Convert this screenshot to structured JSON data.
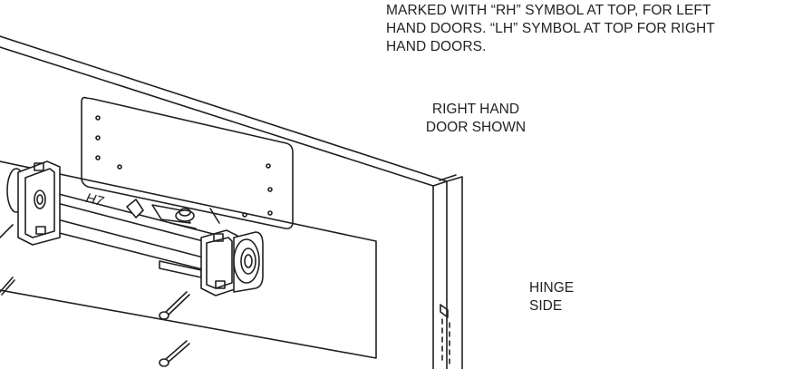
{
  "annotations": {
    "marking_note": [
      "MARKED WITH “RH” SYMBOL AT TOP, FOR LEFT",
      "HAND DOORS. “LH” SYMBOL AT TOP FOR RIGHT",
      "HAND DOORS."
    ],
    "door_shown": [
      "RIGHT HAND",
      "DOOR SHOWN"
    ],
    "hinge_side": [
      "HINGE",
      "SIDE"
    ],
    "closer_model": "H7"
  },
  "colors": {
    "line": "#231f20",
    "background": "#ffffff"
  }
}
